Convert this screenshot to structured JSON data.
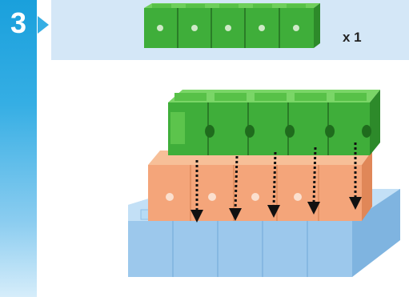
{
  "step": {
    "number": "3"
  },
  "parts": {
    "quantity": "x 1",
    "cube_count": 5
  },
  "colors": {
    "sidebar": "#35aee4",
    "banner": "#d4e7f7",
    "green": "#3fae3a",
    "green_dark": "#2d8a2a",
    "orange": "#f4a57a",
    "blue": "#9cc8ec",
    "arrow": "#111111"
  },
  "assembly": {
    "arrows": 5
  }
}
